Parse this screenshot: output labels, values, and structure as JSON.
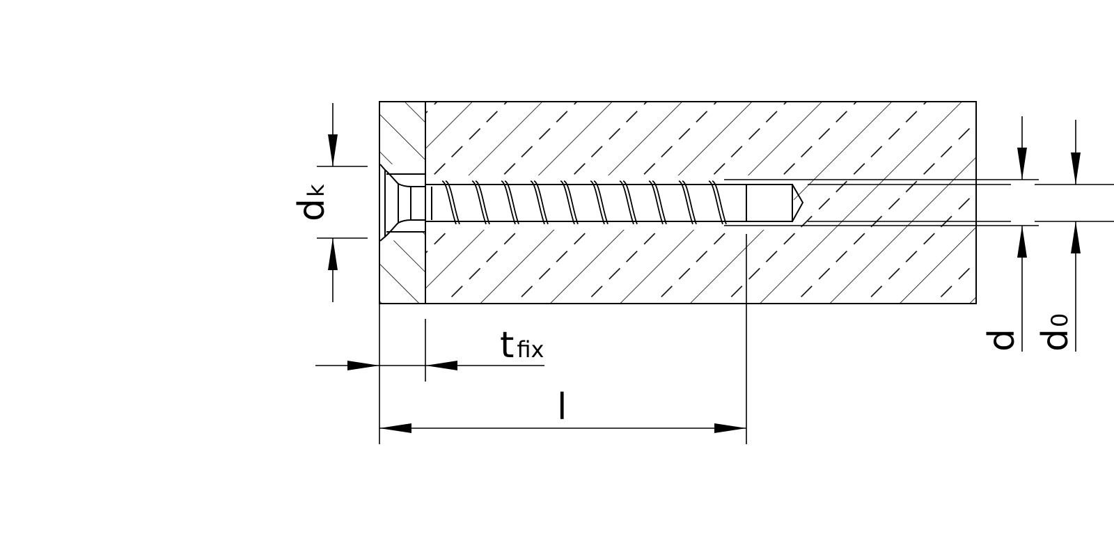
{
  "labels": {
    "dk_main": "d",
    "dk_sub": "k",
    "tfix_main": "t",
    "tfix_sub": "fix",
    "l": "l",
    "d": "d",
    "d0_main": "d",
    "d0_sub": "0"
  },
  "colors": {
    "stroke": "#000000",
    "background": "#ffffff"
  }
}
